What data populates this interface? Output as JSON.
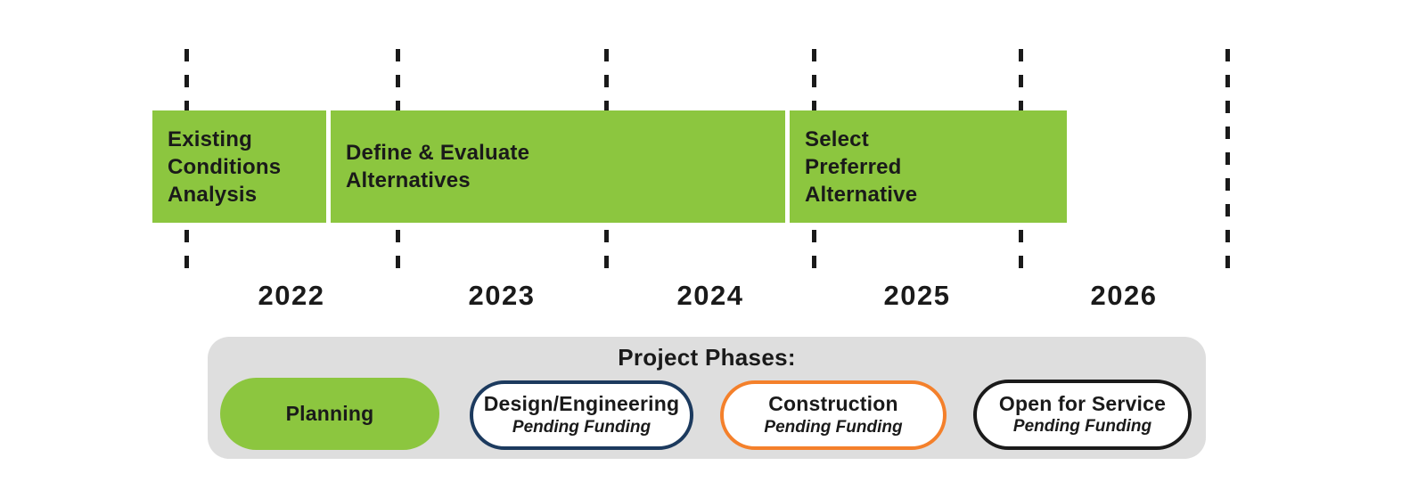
{
  "colors": {
    "phase_green": "#8CC63F",
    "design_navy": "#1C3A5E",
    "construction_orange": "#F4802B",
    "service_black": "#1A1A1A",
    "legend_gray": "#DEDEDE",
    "text": "#1A1A1A"
  },
  "timeline": {
    "bars": [
      {
        "label": "Existing\nConditions\nAnalysis",
        "phase": "Planning",
        "span_estimate": {
          "start": 2021.85,
          "end": 2022.65
        }
      },
      {
        "label": "Define & Evaluate\nAlternatives",
        "phase": "Planning",
        "span_estimate": {
          "start": 2022.7,
          "end": 2024.85
        }
      },
      {
        "label": "Select\nPreferred\nAlternative",
        "phase": "Planning",
        "span_estimate": {
          "start": 2024.85,
          "end": 2026.2
        }
      }
    ],
    "years": [
      "2022",
      "2023",
      "2024",
      "2025",
      "2026"
    ],
    "gridline_count": 6
  },
  "legend": {
    "title": "Project Phases:",
    "items": [
      {
        "label": "Planning",
        "sublabel": ""
      },
      {
        "label": "Design/Engineering",
        "sublabel": "Pending Funding"
      },
      {
        "label": "Construction",
        "sublabel": "Pending Funding"
      },
      {
        "label": "Open for Service",
        "sublabel": "Pending Funding"
      }
    ]
  }
}
